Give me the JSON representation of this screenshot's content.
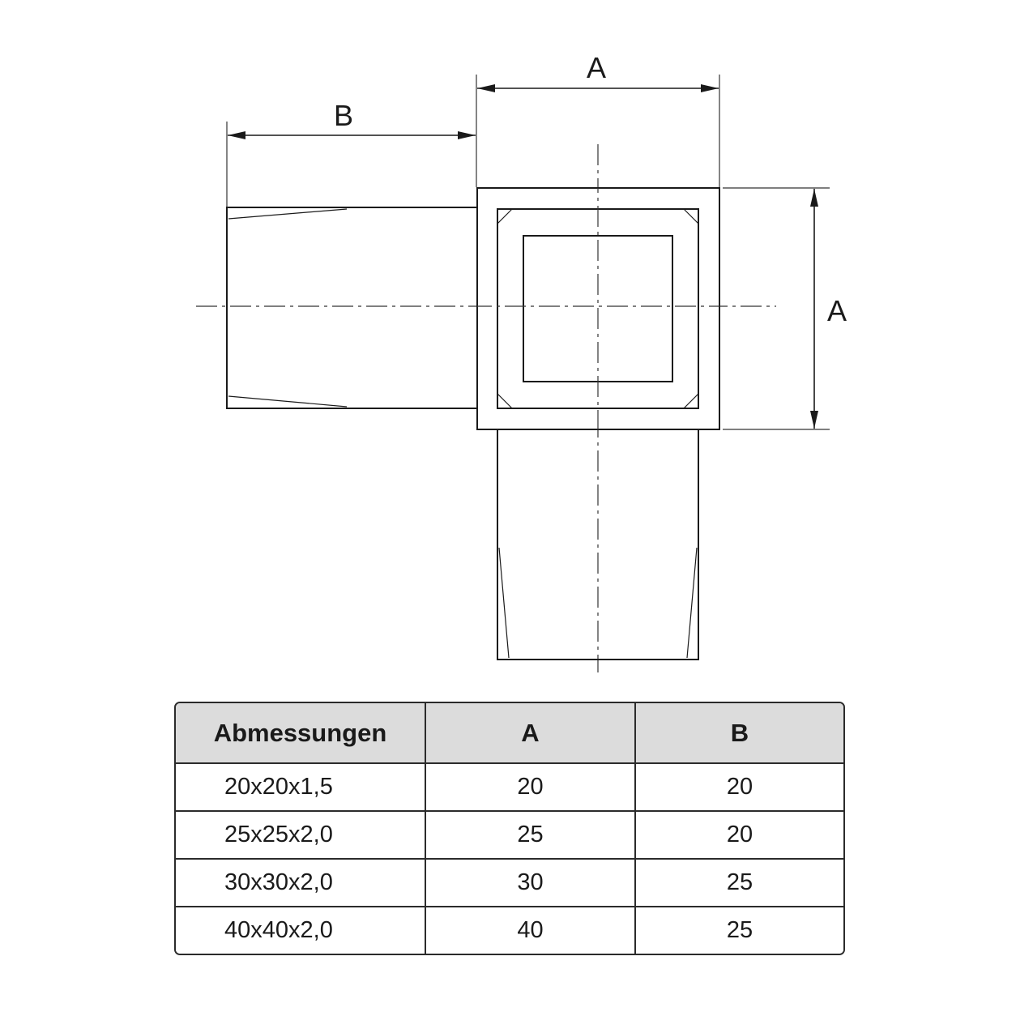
{
  "drawing": {
    "label_a_top": "A",
    "label_b_top": "B",
    "label_a_right": "A"
  },
  "table": {
    "headers": [
      "Abmessungen",
      "A",
      "B"
    ],
    "rows": [
      [
        "20x20x1,5",
        "20",
        "20"
      ],
      [
        "25x25x2,0",
        "25",
        "20"
      ],
      [
        "30x30x2,0",
        "30",
        "25"
      ],
      [
        "40x40x2,0",
        "40",
        "25"
      ]
    ]
  }
}
